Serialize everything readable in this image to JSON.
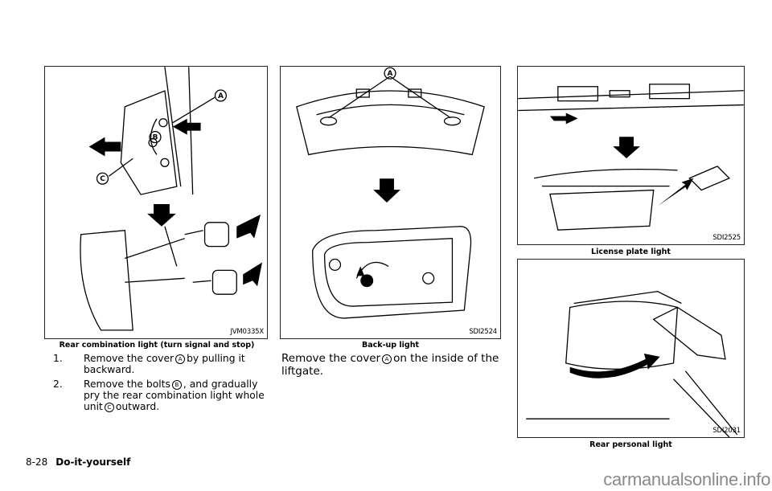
{
  "figures": [
    {
      "code": "JVM0335X",
      "caption": "Rear combination light (turn signal and stop)"
    },
    {
      "code": "SDI2524",
      "caption": "Back-up light"
    },
    {
      "code": "SDI2525",
      "caption": "License plate light"
    },
    {
      "code": "SDI2031",
      "caption": "Rear personal light"
    }
  ],
  "callouts": {
    "a": "A",
    "b": "B",
    "c": "C"
  },
  "steps": [
    {
      "num": "1.",
      "pre": "Remove the cover",
      "mark": "A",
      "post": "by pulling it backward."
    },
    {
      "num": "2.",
      "pre": "Remove the bolts",
      "mark": "B",
      "mid": ", and gradually pry the rear combination light whole unit",
      "mark2": "C",
      "post": "outward."
    }
  ],
  "backup_text": {
    "pre": "Remove the cover",
    "mark": "A",
    "post": "on the inside of the liftgate."
  },
  "footer": {
    "page": "8-28",
    "section": "Do-it-yourself"
  },
  "watermark": "carmanualsonline.info"
}
